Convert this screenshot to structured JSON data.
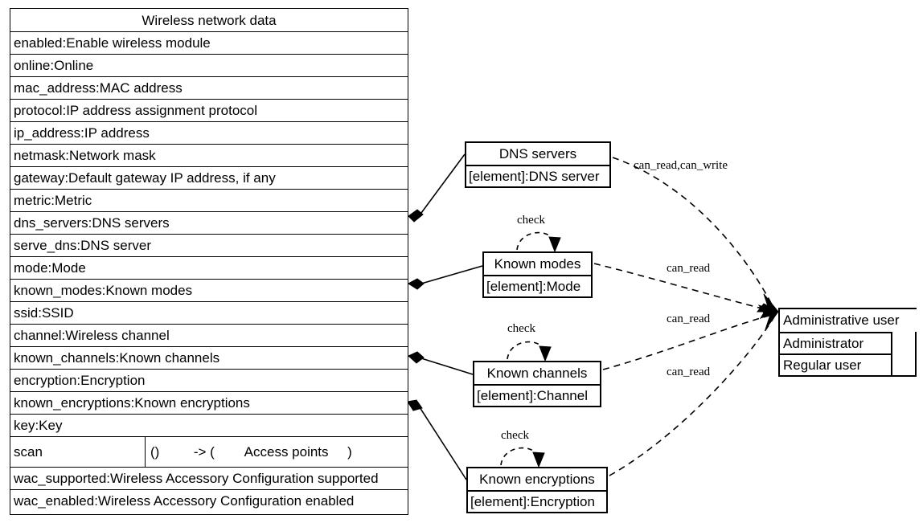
{
  "diagram": {
    "title": "Wireless network data"
  },
  "main_class": {
    "title": "Wireless network data",
    "attributes": [
      "enabled:Enable wireless module",
      "online:Online",
      "mac_address:MAC address",
      "protocol:IP address assignment protocol",
      "ip_address:IP address",
      "netmask:Network mask",
      "gateway:Default gateway IP address, if any",
      "metric:Metric",
      "dns_servers:DNS servers",
      "serve_dns:DNS server",
      "mode:Mode",
      "known_modes:Known modes",
      "ssid:SSID",
      "channel:Wireless channel",
      "known_channels:Known channels",
      "encryption:Encryption",
      "known_encryptions:Known encryptions",
      "key:Key"
    ],
    "operation": {
      "name": "scan",
      "signature": "()         -> (        Access points     )"
    },
    "trailing_attributes": [
      "wac_supported:Wireless Accessory Configuration supported",
      "wac_enabled:Wireless Accessory Configuration enabled"
    ]
  },
  "collections": [
    {
      "id": "dns",
      "title": "DNS servers",
      "element": "[element]:DNS server"
    },
    {
      "id": "modes",
      "title": "Known modes",
      "element": "[element]:Mode"
    },
    {
      "id": "channels",
      "title": "Known channels",
      "element": "[element]:Channel"
    },
    {
      "id": "encryptions",
      "title": "Known encryptions",
      "element": "[element]:Encryption"
    }
  ],
  "admin": {
    "title": "Administrative user",
    "items": [
      "Administrator",
      "Regular user"
    ]
  },
  "edge_labels": {
    "dns_permissions": "can_read,can_write",
    "modes_permissions": "can_read",
    "channels_permissions": "can_read",
    "encryptions_permissions": "can_read",
    "check_modes": "check",
    "check_channels": "check",
    "check_encryptions": "check"
  },
  "colors": {
    "stroke": "#000000",
    "background": "#ffffff"
  }
}
